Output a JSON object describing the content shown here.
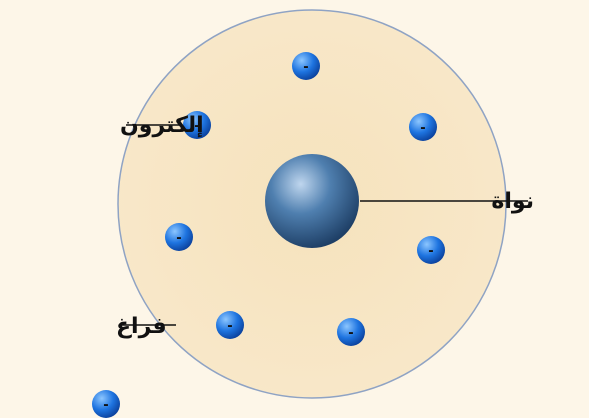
{
  "labels": {
    "electron": "إلكترون",
    "nucleus": "نواة",
    "space": "فراغ"
  },
  "electron_sign": "-",
  "electron_count": 8,
  "colors": {
    "background": "#FDF6E8",
    "atom_fill": "#F8E6C4",
    "atom_stroke": "#8FA3C4",
    "nucleus_light": "#BFD6EE",
    "nucleus_mid": "#4F7FAF",
    "nucleus_dark": "#1E3F66",
    "electron_light": "#8CC6FF",
    "electron_mid": "#1E74E0",
    "electron_dark": "#0A3F9A",
    "line": "#111111"
  }
}
